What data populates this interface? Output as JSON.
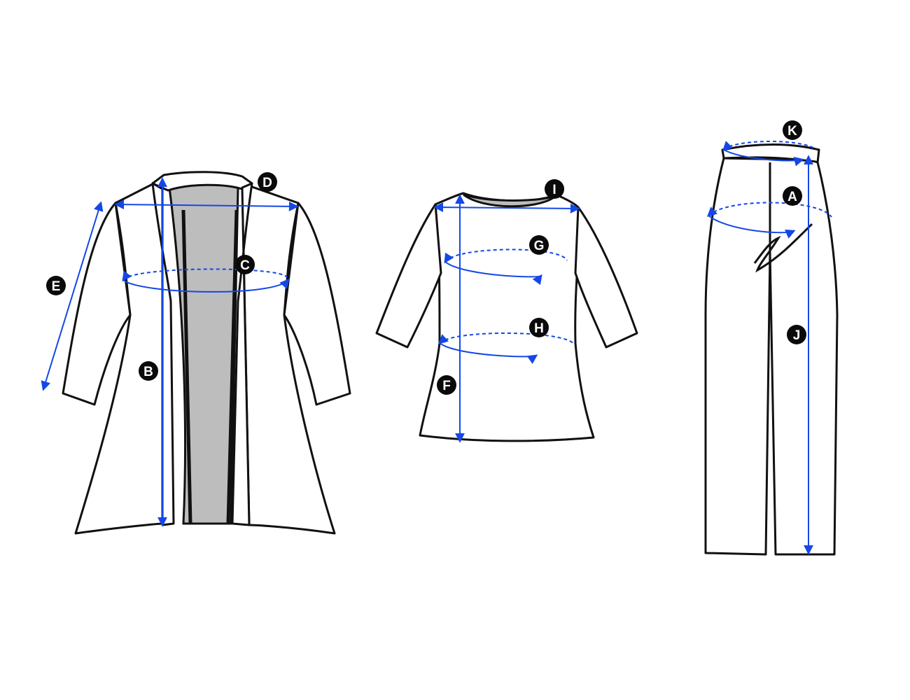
{
  "colors": {
    "measure": "#1447e6",
    "outline": "#111111",
    "lining": "#bdbdbd",
    "marker": "#0a0a0a"
  },
  "markers": {
    "A": "A",
    "B": "B",
    "C": "C",
    "D": "D",
    "E": "E",
    "F": "F",
    "G": "G",
    "H": "H",
    "I": "I",
    "J": "J",
    "K": "K"
  }
}
